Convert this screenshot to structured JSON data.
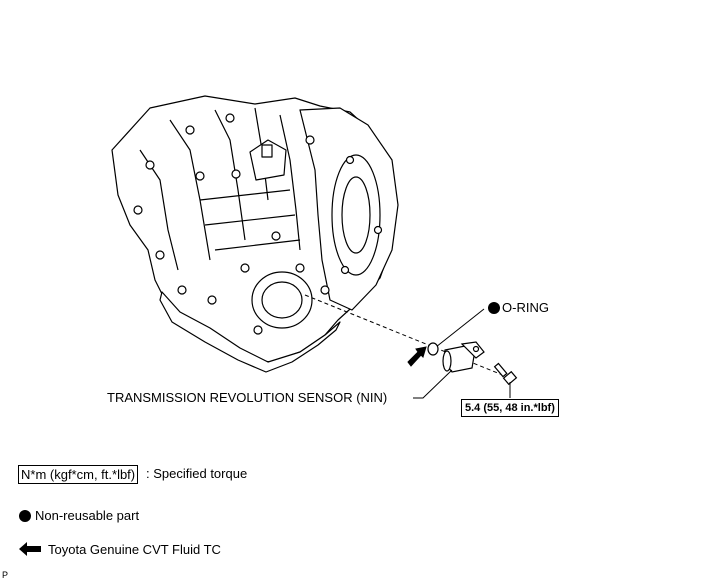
{
  "callouts": {
    "o_ring": "O-RING",
    "sensor": "TRANSMISSION REVOLUTION SENSOR (NIN)",
    "torque": "5.4 (55, 48 in.*lbf)"
  },
  "legend": {
    "torque_unit": "N*m (kgf*cm, ft.*lbf)",
    "torque_desc": ": Specified torque",
    "non_reusable": "Non-reusable part",
    "fluid": "Toyota Genuine CVT Fluid TC"
  },
  "figure_code": "P",
  "icons": {
    "non_reusable": "filled-circle-icon",
    "fluid": "left-arrow-icon"
  }
}
